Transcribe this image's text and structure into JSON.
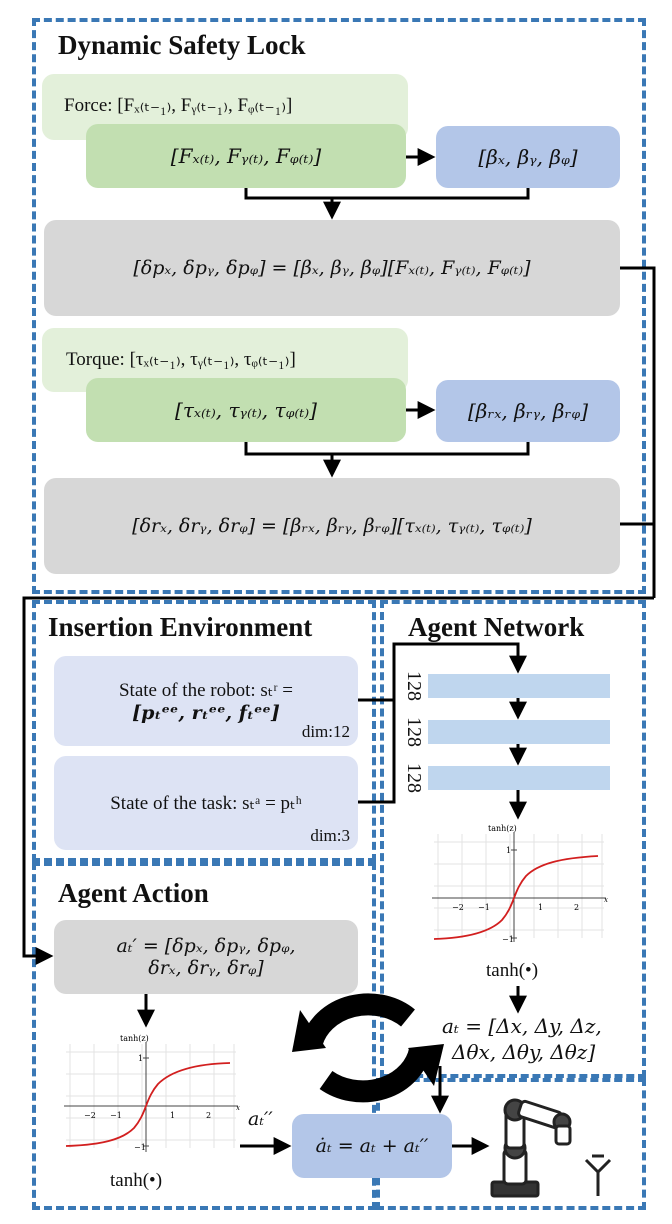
{
  "safety_lock": {
    "title": "Dynamic Safety Lock",
    "force_prev": "Force: [Fₓ₍ₜ₋₁₎, Fᵧ₍ₜ₋₁₎, Fᵩ₍ₜ₋₁₎]",
    "force_curr": "[Fₓ₍ₜ₎, Fᵧ₍ₜ₎, Fᵩ₍ₜ₎]",
    "beta": "[βₓ, βᵧ, βᵩ]",
    "force_eq": "[δpₓ, δpᵧ, δpᵩ] = [βₓ, βᵧ, βᵩ][Fₓ₍ₜ₎, Fᵧ₍ₜ₎, Fᵩ₍ₜ₎]",
    "torque_prev": "Torque: [τₓ₍ₜ₋₁₎, τᵧ₍ₜ₋₁₎, τᵩ₍ₜ₋₁₎]",
    "torque_curr": "[τₓ₍ₜ₎, τᵧ₍ₜ₎, τᵩ₍ₜ₎]",
    "beta_r": "[βᵣₓ, βᵣᵧ, βᵣᵩ]",
    "torque_eq": "[δrₓ, δrᵧ, δrᵩ] = [βᵣₓ, βᵣᵧ, βᵣᵩ][τₓ₍ₜ₎, τᵧ₍ₜ₎, τᵩ₍ₜ₎]"
  },
  "environment": {
    "title": "Insertion Environment",
    "robot_state_line1": "State of the robot:  sₜʳ =",
    "robot_state_line2": "[pₜᵉᵉ, rₜᵉᵉ, fₜᵉᵉ]",
    "robot_dim": "dim:12",
    "task_state": "State of the task:  sₜᵃ = pₜʰ",
    "task_dim": "dim:3"
  },
  "network": {
    "title": "Agent Network",
    "layers": [
      "128",
      "128",
      "128"
    ],
    "activation_label": "tanh(•)",
    "action_line1": "aₜ = [Δx, Δy, Δz,",
    "action_line2": "Δθx, Δθy, Δθz]"
  },
  "agent_action": {
    "title": "Agent Action",
    "prime_line1": "aₜ′ = [δpₓ, δpᵧ, δpᵩ,",
    "prime_line2": "δrₓ, δrᵧ, δrᵩ]",
    "activation_label": "tanh(•)",
    "dprime_label": "aₜ′′",
    "final_eq": "ȧₜ = aₜ + aₜ′′"
  },
  "tanh_plot": {
    "ylabel": "tanh(z)",
    "xlabel": "x",
    "xticks": [
      "−2",
      "−1",
      "1",
      "2"
    ],
    "yticks": [
      "1",
      "−1"
    ]
  },
  "colors": {
    "dash": "#3a78b5",
    "curve": "#d21f1f"
  }
}
